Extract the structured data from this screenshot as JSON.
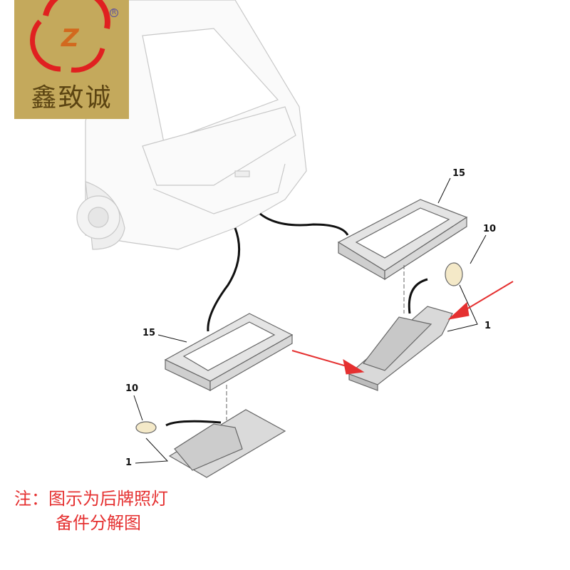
{
  "logo": {
    "brand": "鑫致诚",
    "mark": "Z",
    "registered": "R"
  },
  "callouts": {
    "right_housing": "15",
    "right_bulb": "10",
    "right_lamp": "1",
    "left_housing": "15",
    "left_bulb": "10",
    "left_lamp": "1"
  },
  "note": {
    "line1": "注：图示为后牌照灯",
    "line2": "备件分解图"
  },
  "colors": {
    "logo_bg": "#c4a95c",
    "logo_ring": "#e02020",
    "note": "#e53030",
    "arrow": "#e53030"
  }
}
